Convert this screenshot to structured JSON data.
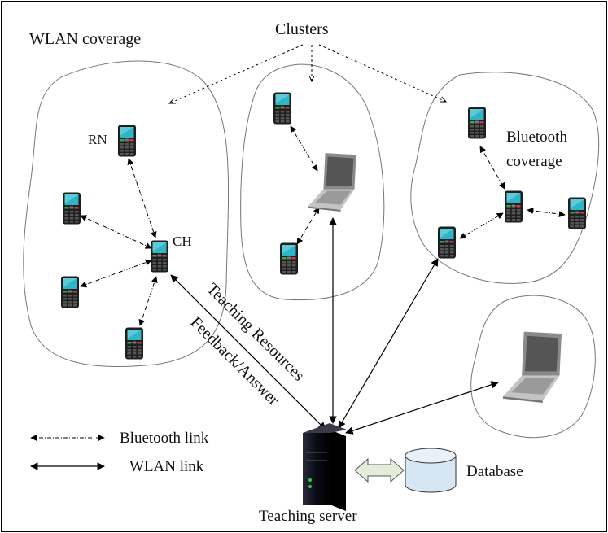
{
  "labels": {
    "wlan_coverage": "WLAN coverage",
    "clusters": "Clusters",
    "rn": "RN",
    "ch": "CH",
    "bluetooth_coverage_line1": "Bluetooth",
    "bluetooth_coverage_line2": "coverage",
    "teaching_resources": "Teaching Resources",
    "feedback_answer": "Feedback/Answer",
    "database": "Database",
    "teaching_server": "Teaching server"
  },
  "legend": {
    "bluetooth_link": "Bluetooth link",
    "wlan_link": "WLAN link"
  },
  "colors": {
    "phone_body": "#1f1f1f",
    "phone_screen": "#2fb5c8",
    "phone_keys_green": "#3aa64a",
    "phone_keys_red": "#d13a3a",
    "laptop_body": "#9a9a9a",
    "laptop_screen": "#555555",
    "server_body": "#0a0a14",
    "database_fill": "#d7e6f3",
    "double_arrow_fill": "#e3edd9",
    "cluster_outline": "#777777"
  },
  "icons": [
    "mobile-phone-icon",
    "laptop-icon",
    "server-icon",
    "database-icon"
  ]
}
